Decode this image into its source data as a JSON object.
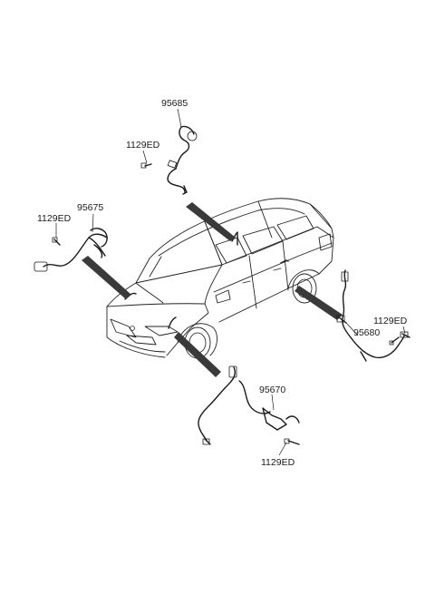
{
  "parts": {
    "sensor_rear_left": "95685",
    "sensor_front_left": "95675",
    "sensor_rear_right": "95680",
    "sensor_front_right": "95670",
    "bolt_rear_left": "1129ED",
    "bolt_front_left": "1129ED",
    "bolt_rear_right": "1129ED",
    "bolt_front_right": "1129ED"
  },
  "colors": {
    "line": "#1a1a1a",
    "arrow": "#3a3a3a",
    "background": "#ffffff"
  }
}
